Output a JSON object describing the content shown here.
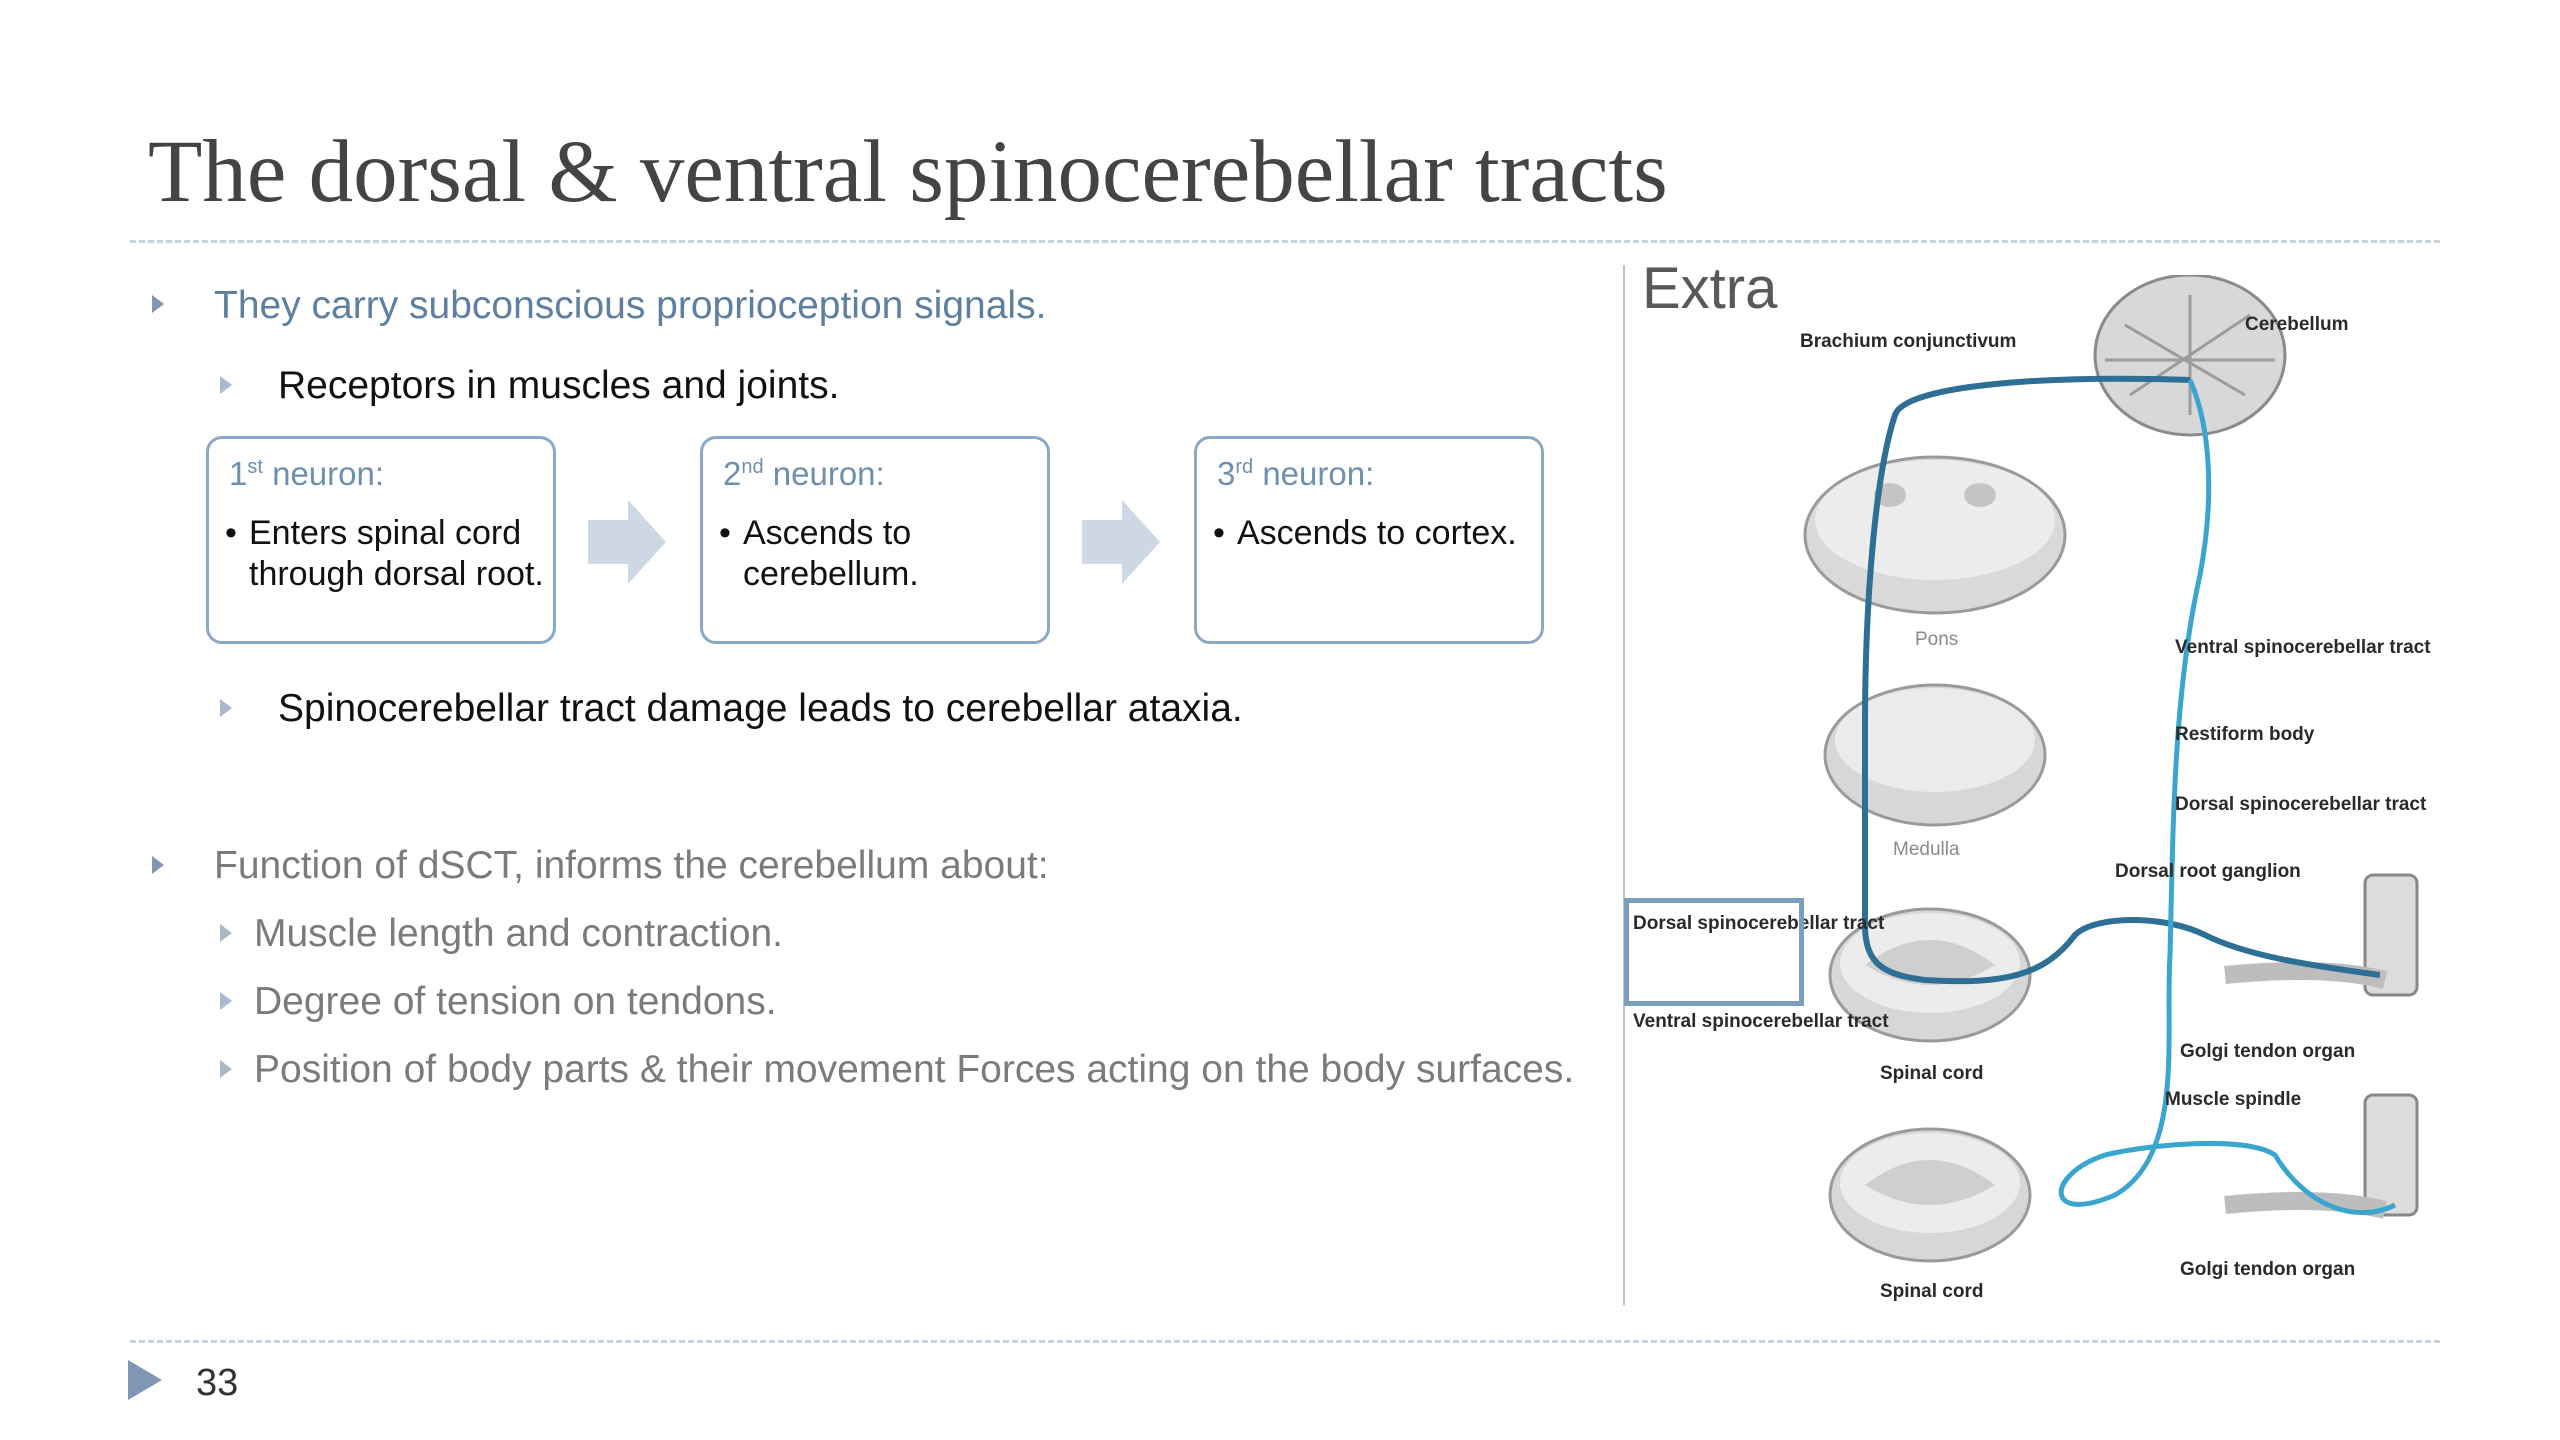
{
  "slide": {
    "title": "The dorsal & ventral spinocerebellar tracts",
    "page_number": "33"
  },
  "content": {
    "bullet1": "They carry subconscious proprioception signals.",
    "bullet1_sub1": "Receptors in muscles and joints.",
    "bullet1_sub2": "Spinocerebellar tract damage leads to cerebellar ataxia.",
    "bullet2": "Function of dSCT, informs the cerebellum about:",
    "bullet2_items": [
      "Muscle length and contraction.",
      "Degree of tension on tendons.",
      "Position of body parts & their movement  Forces acting on the body surfaces."
    ]
  },
  "neurons": [
    {
      "num": "1",
      "suffix": "st",
      "word": " neuron:",
      "body": "Enters spinal cord through dorsal root."
    },
    {
      "num": "2",
      "suffix": "nd",
      "word": " neuron:",
      "body": "Ascends to cerebellum."
    },
    {
      "num": "3",
      "suffix": "rd",
      "word": " neuron:",
      "body": "Ascends to cortex."
    }
  ],
  "sidebar": {
    "label": "Extra"
  },
  "diagram": {
    "labels": {
      "brachium": "Brachium conjunctivum",
      "cerebellum": "Cerebellum",
      "pons": "Pons",
      "ventral_tract": "Ventral spinocerebellar tract",
      "restiform": "Restiform body",
      "dorsal_tract": "Dorsal spinocerebellar tract",
      "medulla": "Medulla",
      "drg": "Dorsal root ganglion",
      "dorsal_sct_left": "Dorsal spinocerebellar tract",
      "ventral_sct_left": "Ventral spinocerebellar tract",
      "spinal_cord_1": "Spinal cord",
      "golgi_1": "Golgi tendon organ",
      "muscle_spindle": "Muscle spindle",
      "golgi_2": "Golgi tendon organ",
      "spinal_cord_2": "Spinal cord"
    },
    "colors": {
      "dorsal_tract": "#2e6f96",
      "ventral_tract": "#3aa6cf"
    }
  },
  "theme": {
    "accent": "#7f97b3",
    "box_border": "#8ba8c5"
  }
}
